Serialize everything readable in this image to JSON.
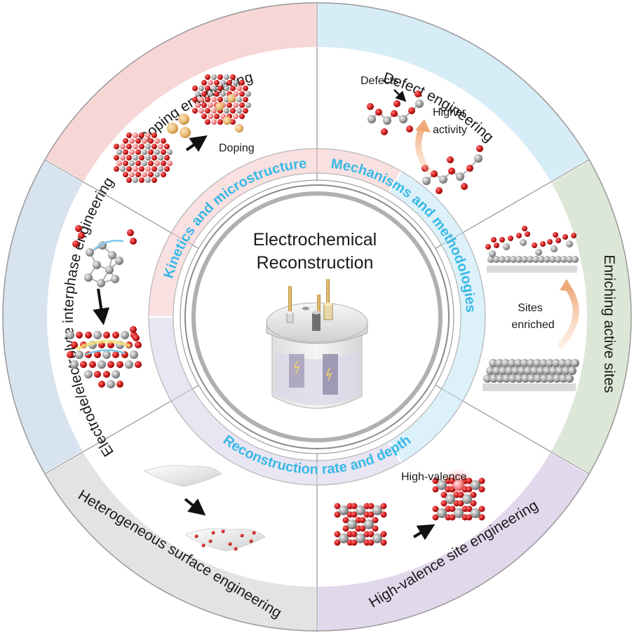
{
  "center": {
    "title_line1": "Electrochemical",
    "title_line2": "Reconstruction",
    "icon": "electrochemical-cell-icon"
  },
  "inner_ring": [
    {
      "label": "Kinetics and microstructure",
      "color": "#f4c6c9"
    },
    {
      "label": "Mechanisms and methodologies",
      "color": "#bfe6f5"
    },
    {
      "label": "Reconstruction rate and depth",
      "color": "#d9cfe8"
    }
  ],
  "inner_ring_text_color": "#38b8e6",
  "sectors": [
    {
      "key": "doping",
      "label": "Doping engineering",
      "color": "#f6d7d6",
      "annotations": [
        "Doping"
      ],
      "icon": "doping-lattice-icon"
    },
    {
      "key": "defect",
      "label": "Defect engineering",
      "color": "#d6ecf7",
      "annotations": [
        "Defects",
        "Higher",
        "activity"
      ],
      "icon": "defect-chain-icon"
    },
    {
      "key": "enriching",
      "label": "Enriching active sites",
      "color": "#dde7d7",
      "annotations": [
        "Sites",
        "enriched"
      ],
      "icon": "surface-sites-icon"
    },
    {
      "key": "high-valence",
      "label": "High-valence site engineering",
      "color": "#e2d8ec",
      "annotations": [
        "High-valence"
      ],
      "icon": "high-valence-cluster-icon"
    },
    {
      "key": "heterogeneous",
      "label": "Heterogeneous  surface engineering",
      "color": "#e3e3e3",
      "annotations": [],
      "icon": "surface-sheet-icon"
    },
    {
      "key": "interphase",
      "label": "Electrode/electrolyte interphase engineering",
      "color": "#d7e3ef",
      "annotations": [],
      "icon": "interphase-cluster-icon"
    }
  ]
}
